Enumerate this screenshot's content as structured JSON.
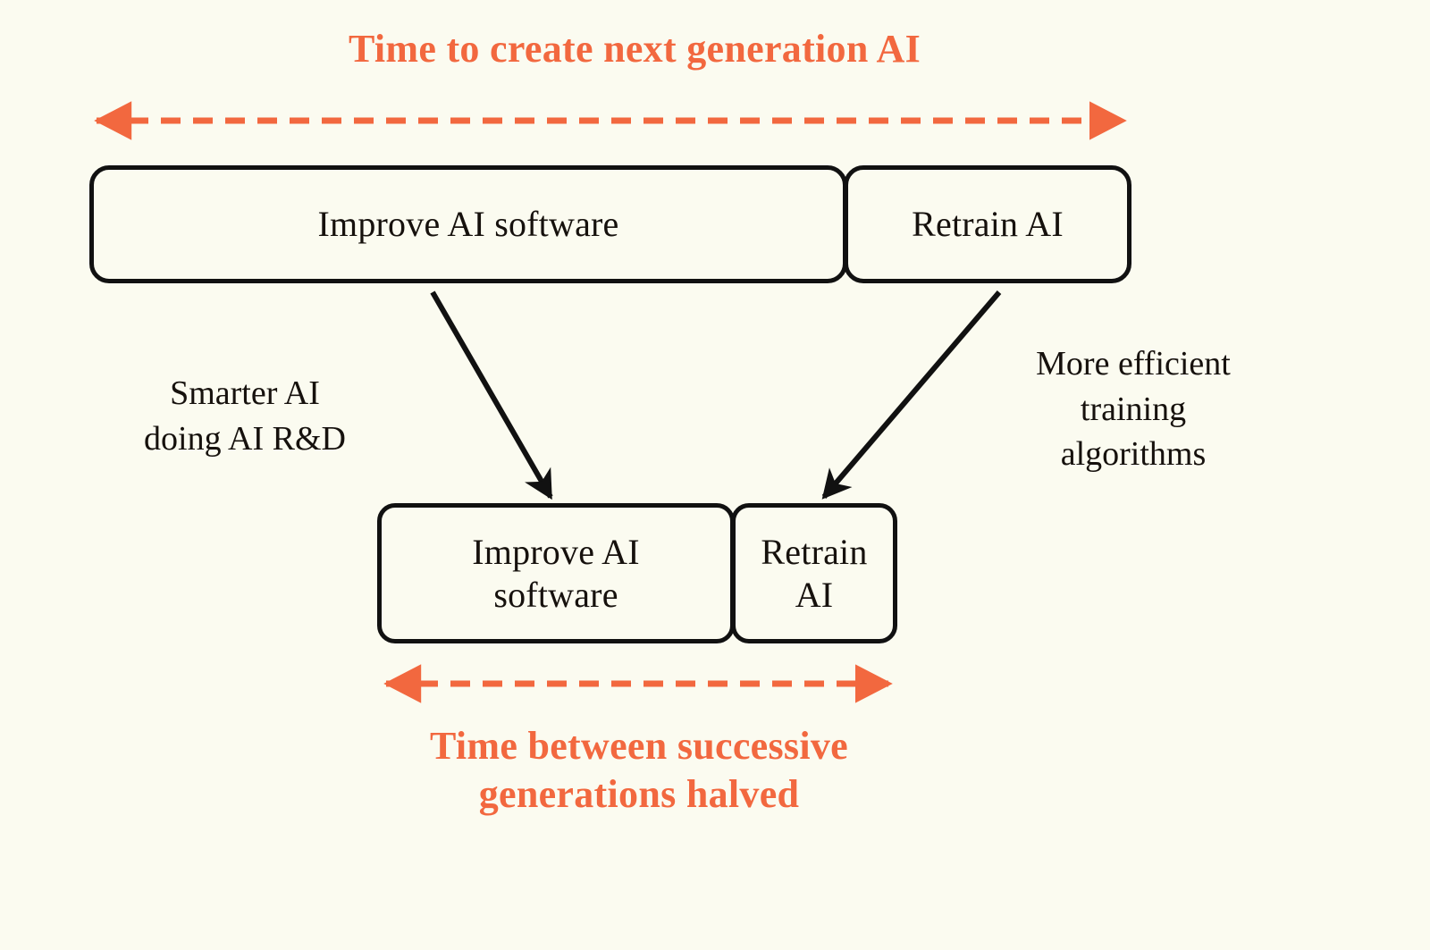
{
  "diagram": {
    "background_color": "#fbfbf0",
    "accent_color": "#f2683f",
    "ink_color": "#16110d",
    "captions": {
      "top": "Time to create next generation AI",
      "bottom_line1": "Time between successive",
      "bottom_line2": "generations halved",
      "bottom_full": "Time between successive generations halved"
    },
    "nodes": [
      {
        "id": "improve-top",
        "label": "Improve AI software",
        "row": "first-generation"
      },
      {
        "id": "retrain-top",
        "label": "Retrain AI",
        "row": "first-generation"
      },
      {
        "id": "improve-bottom",
        "label_line1": "Improve AI",
        "label_line2": "software",
        "label": "Improve AI software",
        "row": "second-generation"
      },
      {
        "id": "retrain-bottom",
        "label_line1": "Retrain",
        "label_line2": "AI",
        "label": "Retrain AI",
        "row": "second-generation"
      }
    ],
    "annotations": {
      "left_line1": "Smarter AI",
      "left_line2": "doing AI R&D",
      "right_line1": "More efficient",
      "right_line2": "training",
      "right_line3": "algorithms"
    },
    "measures": {
      "top_span_label": "Time to create next generation AI",
      "bottom_span_label": "Time between successive generations halved"
    }
  }
}
